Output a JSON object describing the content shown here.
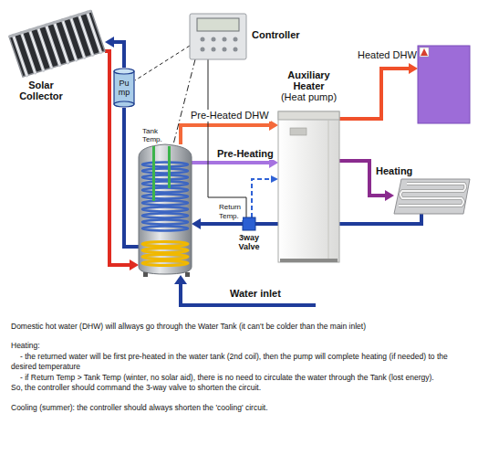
{
  "diagram": {
    "nodes": [
      {
        "text": [
          "Controller"
        ]
      },
      {
        "text": [
          "Solar Collector"
        ]
      },
      {
        "text": [
          "Pu mp"
        ]
      },
      {
        "text": [
          "Heated DHW"
        ]
      },
      {
        "text": [
          "Auxiliary Heater",
          "(Heat pump)"
        ]
      },
      {
        "text": [
          "Tank Temp."
        ]
      },
      {
        "text": [
          "Heating"
        ]
      },
      {
        "text": [
          "3way Valve"
        ]
      }
    ],
    "edges": [
      {
        "from": 1,
        "to": 5,
        "arrow": "to"
      },
      {
        "from": 5,
        "to": 2,
        "arrow": "none"
      },
      {
        "from": 2,
        "to": 1,
        "arrow": "to"
      },
      {
        "from": 5,
        "to": 4,
        "label": "Pre-Heated DHW",
        "arrow": "to"
      },
      {
        "from": 5,
        "to": 4,
        "label": "Pre-Heating",
        "arrow": "to"
      },
      {
        "from": 4,
        "to": 3,
        "arrow": "to"
      },
      {
        "from": 4,
        "to": 6,
        "arrow": "to"
      },
      {
        "from": 6,
        "to": 7,
        "arrow": "none"
      },
      {
        "from": 7,
        "to": 5,
        "arrow": "to"
      },
      {
        "from": 7,
        "to": 4,
        "arrow": "to"
      },
      {
        "from": 0,
        "to": 2,
        "arrow": "none"
      },
      {
        "from": 0,
        "to": 5,
        "arrow": "none"
      },
      {
        "from": 0,
        "to": 7,
        "arrow": "none"
      }
    ],
    "labels": [
      "Return Temp.",
      "Water inlet",
      "Domestic hot water (DHW) will allways go through the Water Tank (it can't be colder than the main inlet)",
      "Heating:",
      "- the returned water will be first pre-heated in the water tank (2nd coil), then the pump will complete heating (if needed) to the desired temperature",
      "- if Return Temp > Tank Temp (winter, no solar aid), there is no need to circulate the water through the Tank (lost energy).",
      "So, the controller should command the 3-way valve to shorten the circuit.",
      "Cooling (summer): the controller should always shorten the 'cooling' circuit."
    ]
  }
}
